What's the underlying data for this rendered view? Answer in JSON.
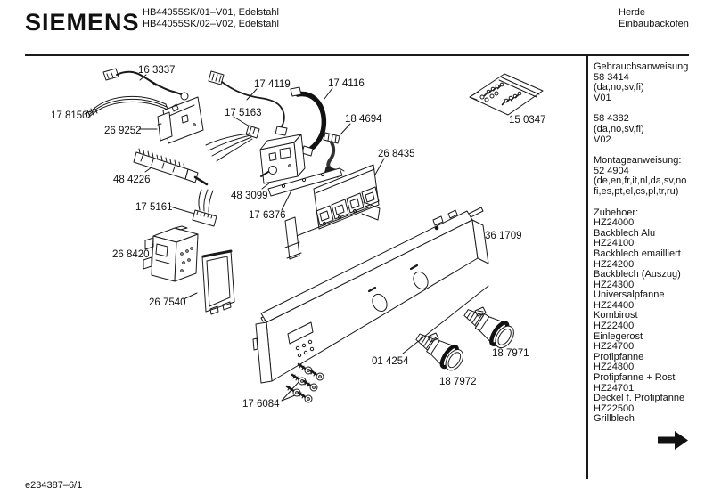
{
  "header": {
    "brand": "SIEMENS",
    "model_lines": [
      "HB44055SK/01–V01, Edelstahl",
      "HB44055SK/02–V02, Edelstahl"
    ],
    "category_lines": [
      "Herde",
      "Einbaubackofen"
    ]
  },
  "sidebar": {
    "groups": [
      {
        "lines": [
          "Gebrauchsanweisung",
          "58 3414",
          "(da,no,sv,fi)",
          "V01"
        ]
      },
      {
        "lines": [
          "58 4382",
          "(da,no,sv,fi)",
          "V02"
        ]
      },
      {
        "lines": [
          "Montageanweisung:",
          "52 4904",
          "(de,en,fr,it,nl,da,sv,no",
          "fi,es,pt,el,cs,pl,tr,ru)"
        ]
      },
      {
        "lines": [
          "Zubehoer:",
          "HZ24000",
          "Backblech Alu",
          "HZ24100",
          "Backblech emailliert",
          "HZ24200",
          "Backblech (Auszug)",
          "HZ24300",
          "Universalpfanne",
          "HZ24400",
          "Kombirost",
          "HZ22400",
          "Einlegerost",
          "HZ24700",
          "Profipfanne",
          "HZ24800",
          "Profipfanne + Rost",
          "HZ24701",
          "Deckel f. Profipfanne",
          "HZ22500",
          "Grillblech"
        ]
      }
    ],
    "arrow_icon": "next-page-arrow"
  },
  "footer": {
    "doc_number": "e234387–6/1"
  },
  "diagram": {
    "parts": [
      {
        "label": "16 3337"
      },
      {
        "label": "17 8150"
      },
      {
        "label": "26 9252"
      },
      {
        "label": "48 4226"
      },
      {
        "label": "17 4119"
      },
      {
        "label": "17 5163"
      },
      {
        "label": "17 4116"
      },
      {
        "label": "18 4694"
      },
      {
        "label": "26 8435"
      },
      {
        "label": "48 3099"
      },
      {
        "label": "17 6376"
      },
      {
        "label": "17 5161"
      },
      {
        "label": "26 8420"
      },
      {
        "label": "26 7540"
      },
      {
        "label": "15 0347"
      },
      {
        "label": "36 1709"
      },
      {
        "label": "01 4254"
      },
      {
        "label": "18 7971"
      },
      {
        "label": "18 7972"
      },
      {
        "label": "17 6084"
      }
    ]
  }
}
